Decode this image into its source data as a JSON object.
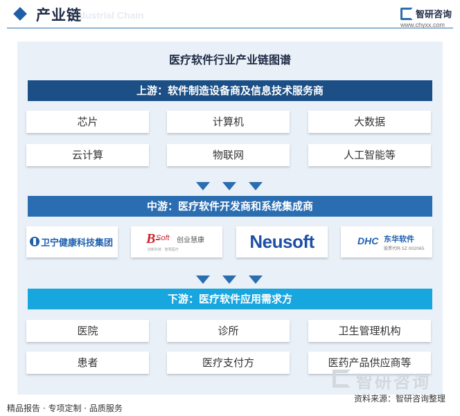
{
  "header": {
    "title": "产业链",
    "subtitle": "Industrial Chain",
    "brand_name": "智研咨询",
    "brand_url": "www.chyxx.com"
  },
  "diagram": {
    "title": "医疗软件行业产业链图谱",
    "upstream": {
      "label": "上游：软件制造设备商及信息技术服务商",
      "items": [
        "芯片",
        "计算机",
        "大数据",
        "云计算",
        "物联网",
        "人工智能等"
      ]
    },
    "midstream": {
      "label": "中游：医疗软件开发商和系统集成商",
      "companies": [
        {
          "name": "卫宁健康科技集团"
        },
        {
          "mark": "B-",
          "mark_sub": "Soft",
          "name": "创业慧康",
          "tagline": "创新科技 · 智慧医疗"
        },
        {
          "name": "Neusoft"
        },
        {
          "mark": "DHC",
          "name": "东华软件",
          "code": "股票代码 SZ 002065"
        }
      ]
    },
    "downstream": {
      "label": "下游：医疗软件应用需求方",
      "items": [
        "医院",
        "诊所",
        "卫生管理机构",
        "患者",
        "医疗支付方",
        "医药产品供应商等"
      ]
    }
  },
  "footer": {
    "left": "精品报告 · 专项定制 · 品质服务",
    "source": "资料来源：智研咨询整理",
    "watermark": "智研咨询"
  },
  "colors": {
    "upstream_band": "#1b4f86",
    "midstream_band": "#2a6db1",
    "downstream_band": "#18a6df",
    "panel_bg": "#e9f0f7"
  }
}
